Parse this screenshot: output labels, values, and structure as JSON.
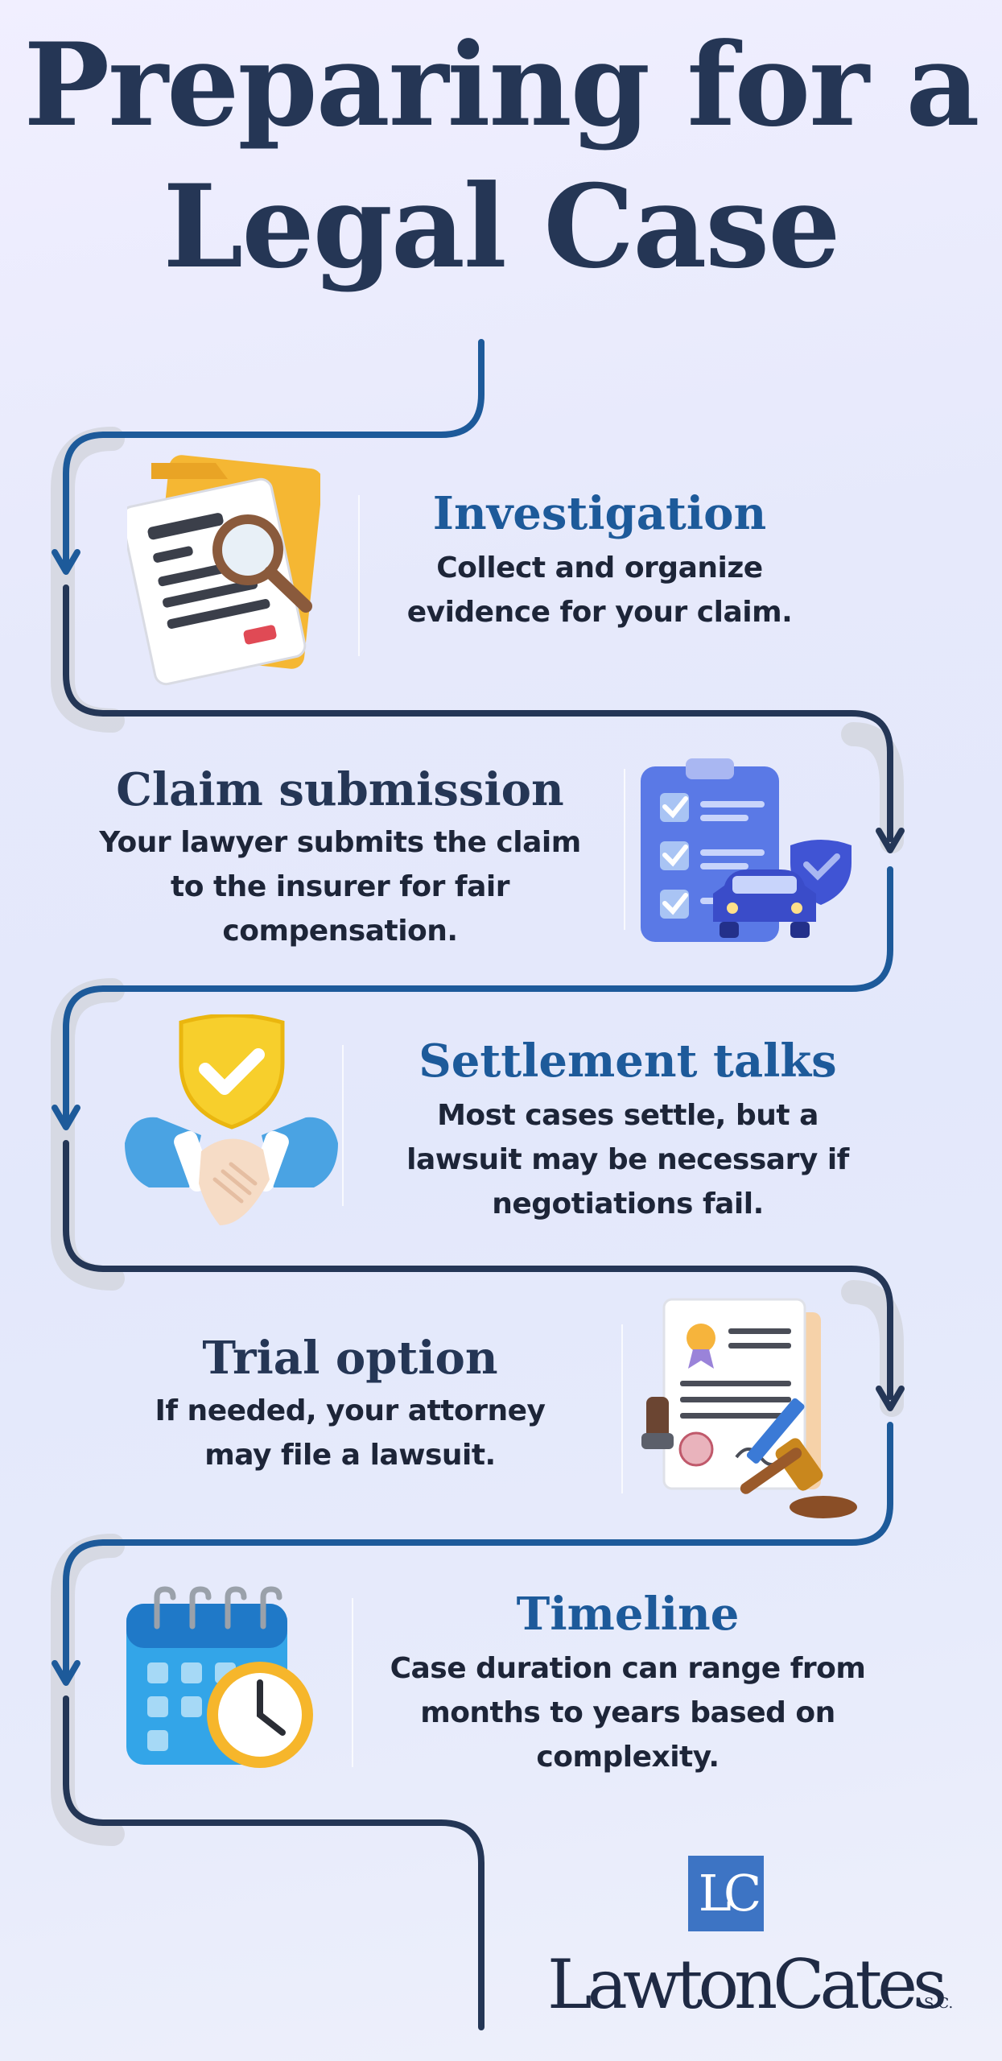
{
  "title": {
    "line1": "Preparing for a",
    "line2": "Legal Case"
  },
  "steps": [
    {
      "title": "Investigation",
      "description": "Collect and organize evidence for your claim."
    },
    {
      "title": "Claim submission",
      "description": "Your lawyer submits the claim to the insurer for fair compensation."
    },
    {
      "title": "Settlement talks",
      "description": "Most cases settle, but a lawsuit may be necessary if negotiations fail."
    },
    {
      "title": "Trial option",
      "description": "If needed, your attorney may file a lawsuit."
    },
    {
      "title": "Timeline",
      "description": "Case duration can range from months to years based on complexity."
    }
  ],
  "icons": [
    "document-magnifier-icon",
    "clipboard-car-shield-icon",
    "handshake-shield-icon",
    "certificate-gavel-icon",
    "calendar-clock-icon"
  ],
  "colors": {
    "title": "#253655",
    "blue_heading": "#1d5a9a",
    "navy_heading": "#253655",
    "path_blue": "#1d5a9a",
    "path_navy": "#243656"
  },
  "logo": {
    "mark": "LC",
    "name": "LawtonCates",
    "suffix": "S.C."
  }
}
